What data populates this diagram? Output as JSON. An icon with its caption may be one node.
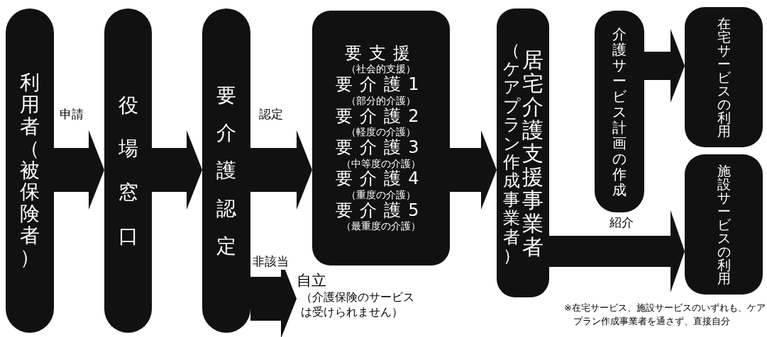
{
  "diagram": {
    "nodes": [
      {
        "text": [
          "利用者（被保険者）"
        ]
      },
      {
        "text": [
          "役場窓口"
        ]
      },
      {
        "text": [
          "要介護認定"
        ]
      },
      {
        "text": [
          "要支援",
          "（社会的支援）",
          "要介護1",
          "（部分的介護）",
          "要介護2",
          "（軽度の介護）",
          "要介護3",
          "（中等度の介護）",
          "要介護4",
          "（重度の介護）",
          "要介護5",
          "（最重度の介護）"
        ]
      },
      {
        "text": [
          "自立",
          "（介護保険のサービスは受けられません）"
        ]
      },
      {
        "text": [
          "（ケアプラン作成事業者）",
          "居宅介護支援事業者"
        ]
      },
      {
        "text": [
          "介護サービス計画の作成"
        ]
      },
      {
        "text": [
          "在宅サービスの利用"
        ]
      },
      {
        "text": [
          "施設サービスの利用"
        ]
      }
    ],
    "edges": [
      {
        "from": 0,
        "to": 1,
        "arrow": "to",
        "label": "申請"
      },
      {
        "from": 1,
        "to": 2,
        "arrow": "to"
      },
      {
        "from": 2,
        "to": 3,
        "arrow": "to",
        "label": "認定"
      },
      {
        "from": 2,
        "to": 4,
        "arrow": "to",
        "label": "非該当"
      },
      {
        "from": 3,
        "to": 5,
        "arrow": "to"
      },
      {
        "from": 6,
        "to": 7,
        "arrow": "to"
      },
      {
        "from": 5,
        "to": 8,
        "arrow": "to",
        "label": "紹介"
      }
    ],
    "labels": [
      "※在宅サービス、施設サービスのいずれも、ケアプラン作成事業者を通さず、直接自分"
    ]
  }
}
